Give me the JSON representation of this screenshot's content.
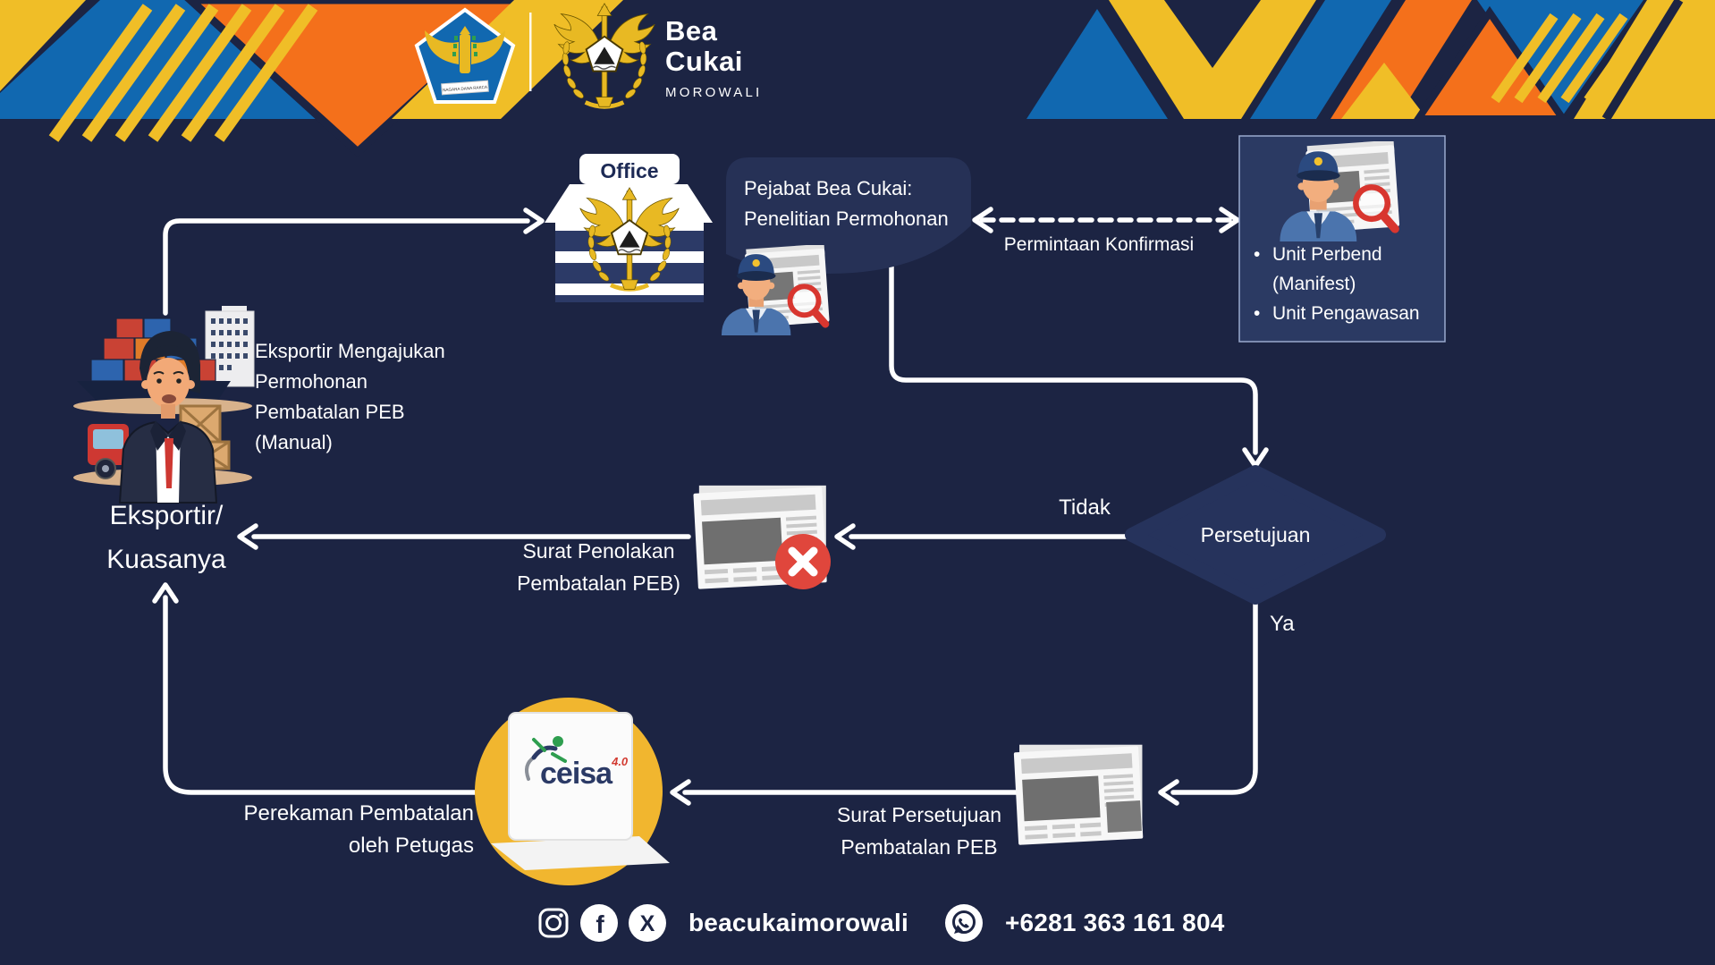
{
  "palette": {
    "background": "#1C2443",
    "panel": "#263156",
    "panel_light": "#2B3A63",
    "accent_yellow": "#F0BE27",
    "accent_blue": "#1168B0",
    "accent_orange": "#F4701B",
    "accent_red": "#E0463C",
    "gold": "#E8B923",
    "white": "#FFFFFF"
  },
  "header": {
    "kemenkeu_logo": "kemenkeu-pentagon-logo",
    "motto": "NAGARA DANA RAKCA",
    "beacukai_logo": "bea-cukai-emblem",
    "brand_line1": "Bea",
    "brand_line2": "Cukai",
    "brand_subtitle": "MOROWALI"
  },
  "office": {
    "sign": "Office"
  },
  "steps": {
    "pejabat": {
      "line1": "Pejabat Bea Cukai:",
      "line2": "Penelitian Permohonan"
    },
    "konfirmasi_label": "Permintaan Konfirmasi",
    "unit_box": {
      "bullet1_line1": "Unit Perbend",
      "bullet1_line2": "(Manifest)",
      "bullet2": "Unit Pengawasan"
    },
    "eksportir_note": {
      "line1": "Eksportir Mengajukan",
      "line2": "Permohonan",
      "line3": "Pembatalan PEB",
      "line4": "(Manual)"
    },
    "eksportir_label": {
      "line1": "Eksportir/",
      "line2": "Kuasanya"
    },
    "decision": {
      "label": "Persetujuan",
      "no": "Tidak",
      "yes": "Ya"
    },
    "penolakan": {
      "line1": "Surat Penolakan",
      "line2": "Pembatalan PEB)"
    },
    "persetujuan_surat": {
      "line1": "Surat Persetujuan",
      "line2": "Pembatalan PEB"
    },
    "perekaman": {
      "line1": "Perekaman Pembatalan",
      "line2": "oleh Petugas"
    }
  },
  "ceisa": {
    "name": "ceisa",
    "version": "4.0"
  },
  "footer": {
    "icons": [
      "instagram-icon",
      "facebook-icon",
      "x-icon",
      "whatsapp-icon"
    ],
    "handle": "beacukaimorowali",
    "phone": "+6281 363 161 804"
  }
}
